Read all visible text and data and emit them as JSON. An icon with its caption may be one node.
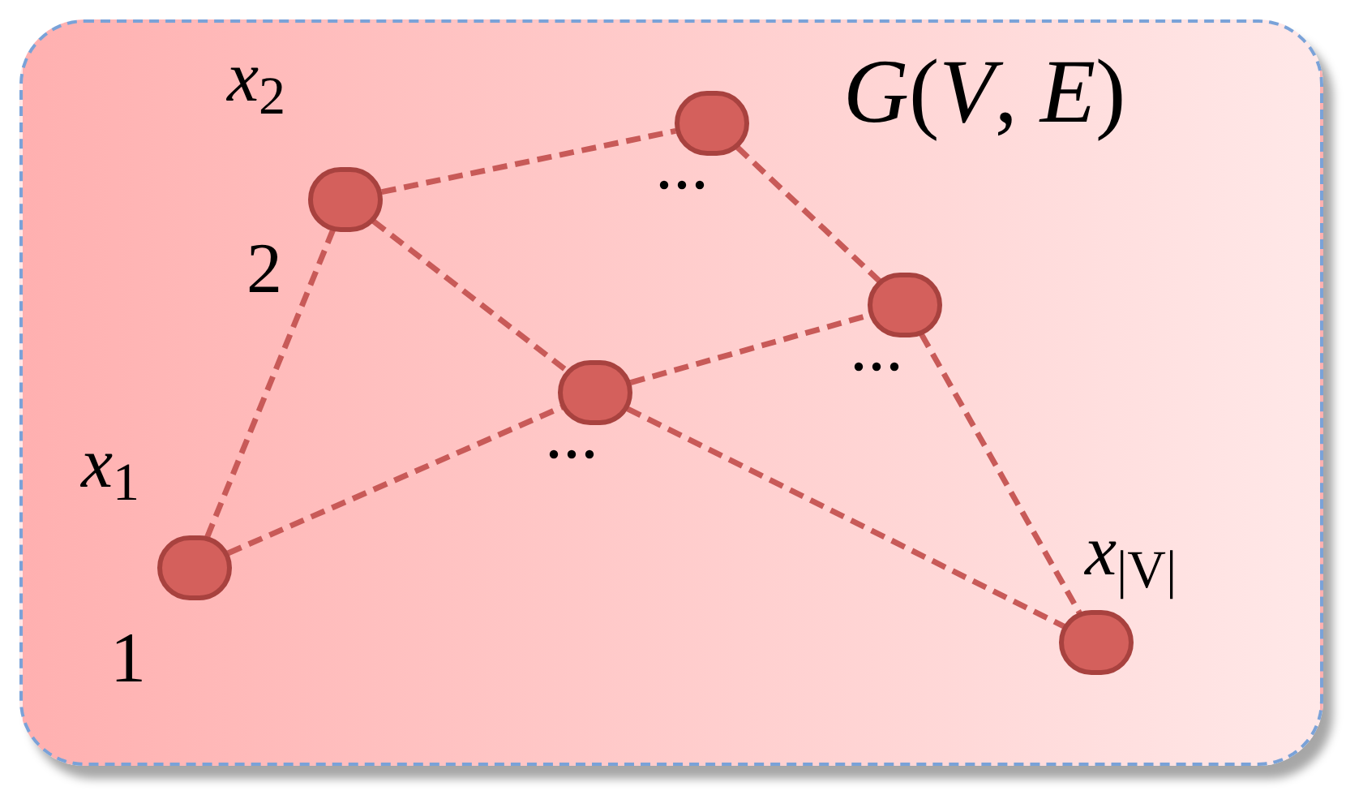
{
  "diagram": {
    "nodes": [
      {
        "text": [
          "*G*(*V*, *E*)"
        ]
      },
      {
        "text": [],
        "shape": "circle",
        "in": 0,
        "beside": [
          "*x*$_{1}$",
          "1"
        ]
      },
      {
        "text": [],
        "shape": "circle",
        "in": 0,
        "beside": [
          "*x*$_{2}$",
          "2"
        ]
      },
      {
        "text": [],
        "shape": "circle",
        "in": 0,
        "beside": [
          "..."
        ]
      },
      {
        "text": [],
        "shape": "circle",
        "in": 0,
        "beside": [
          "..."
        ]
      },
      {
        "text": [],
        "shape": "circle",
        "in": 0,
        "beside": [
          "..."
        ]
      },
      {
        "text": [],
        "shape": "circle",
        "in": 0,
        "beside": [
          "*x*$_{|V|}$"
        ]
      }
    ],
    "edges": [
      {
        "from": 1,
        "to": 2,
        "arrow": "none",
        "style": "dashed"
      },
      {
        "from": 2,
        "to": 3,
        "arrow": "none",
        "style": "dashed"
      },
      {
        "from": 2,
        "to": 5,
        "arrow": "none",
        "style": "dashed"
      },
      {
        "from": 3,
        "to": 4,
        "arrow": "none",
        "style": "dashed"
      },
      {
        "from": 5,
        "to": 4,
        "arrow": "none",
        "style": "dashed"
      },
      {
        "from": 1,
        "to": 5,
        "arrow": "none",
        "style": "dashed"
      },
      {
        "from": 5,
        "to": 6,
        "arrow": "none",
        "style": "dashed"
      },
      {
        "from": 4,
        "to": 6,
        "arrow": "none",
        "style": "dashed"
      }
    ]
  }
}
